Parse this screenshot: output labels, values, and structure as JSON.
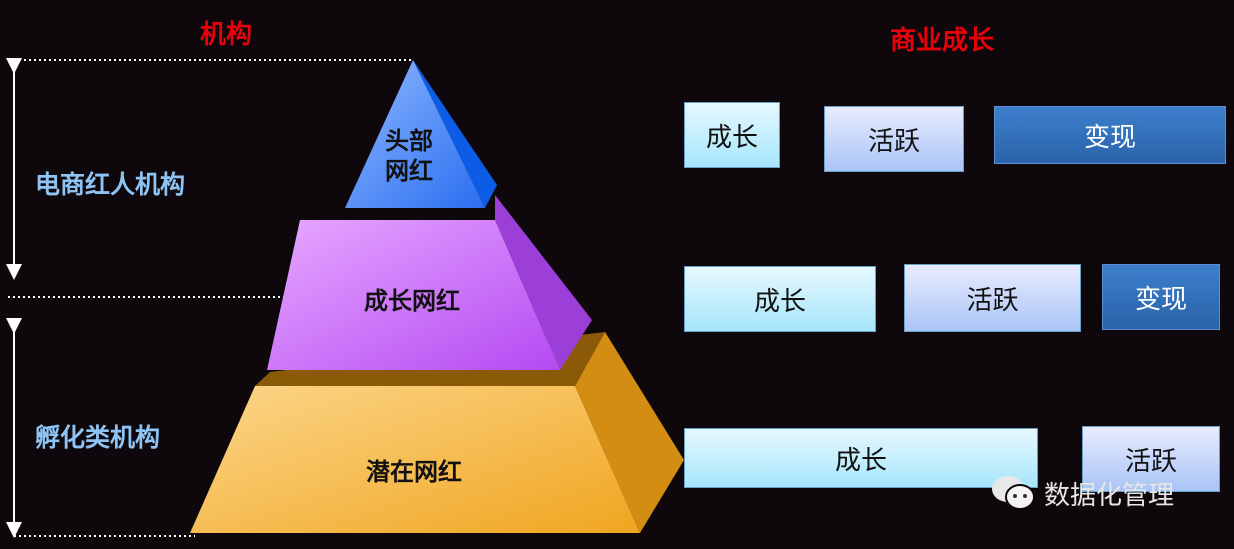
{
  "titles": {
    "left": "机构",
    "right": "商业成长"
  },
  "side_labels": {
    "upper": "电商红人机构",
    "lower": "孵化类机构"
  },
  "pyramid": {
    "top": {
      "line1": "头部",
      "line2": "网红"
    },
    "middle": "成长网红",
    "bottom": "潜在网红"
  },
  "rows": [
    {
      "growth": "成长",
      "active": "活跃",
      "monetize": "变现"
    },
    {
      "growth": "成长",
      "active": "活跃",
      "monetize": "变现"
    },
    {
      "growth": "成长",
      "active": "活跃"
    }
  ],
  "watermark": "数据化管理",
  "colors": {
    "title": "#e8000b",
    "label": "#8ec3f3",
    "top": "#3b86f5",
    "middle": "#c97cf5",
    "bottom": "#f5b94a"
  }
}
